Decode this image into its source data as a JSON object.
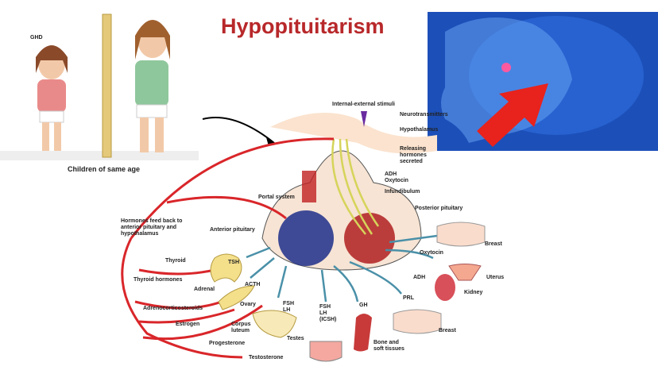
{
  "title": "Hypopituitarism",
  "children_panel": {
    "label_ghd": "GHD",
    "caption": "Children of same age"
  },
  "diagram": {
    "stimuli": "Internal-external stimuli",
    "neurotransmitters": "Neurotransmitters",
    "hypothalamus": "Hypothalamus",
    "releasing_hormones": "Releasing hormones secreted",
    "adh_oxytocin": "ADH Oxytocin",
    "infundibulum": "Infundibulum",
    "portal_system": "Portal system",
    "posterior_pituitary": "Posterior pituitary",
    "feedback": "Hormones feed back to anterior pituitary and hypothalamus",
    "anterior_pituitary": "Anterior pituitary",
    "thyroid": "Thyroid",
    "tsh": "TSH",
    "thyroid_hormones": "Thyroid hormones",
    "adrenal": "Adrenal",
    "acth": "ACTH",
    "adrenocorticosteroids": "Adrenocorticosteroids",
    "ovary": "Ovary",
    "fsh_lh": "FSH LH",
    "estrogen": "Estrogen",
    "corpus_luteum": "Corpus luteum",
    "testes": "Testes",
    "progesterone": "Progesterone",
    "testosterone": "Testosterone",
    "fsh_lh_icsh": "FSH LH (ICSH)",
    "gh": "GH",
    "bone": "Bone and soft tissues",
    "prl": "PRL",
    "breast_bottom": "Breast",
    "oxytocin": "Oxytocin",
    "breast_top": "Breast",
    "adh": "ADH",
    "uterus": "Uterus",
    "kidney": "Kidney"
  },
  "colors": {
    "title": "#b8282a",
    "feedback_arrows": "#d9262a",
    "hormone_arrows": "#4a90a8",
    "head_bg": "#1c4fb8",
    "pointer_arrow": "#e8221c"
  }
}
